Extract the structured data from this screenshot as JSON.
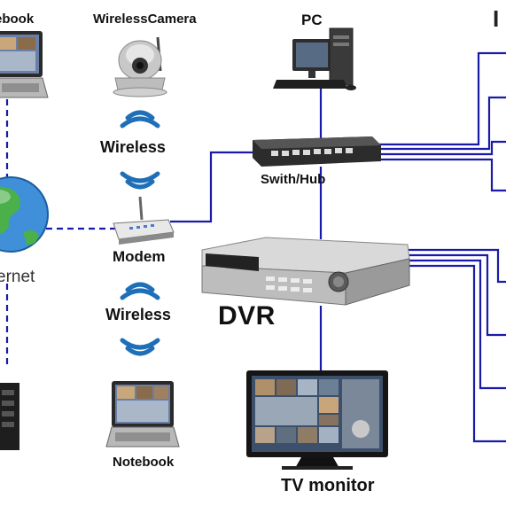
{
  "labels": {
    "notebook_top": "ebook",
    "wireless_camera": "WirelessCamera",
    "pc": "PC",
    "ip_cut": "I",
    "wireless_upper": "Wireless",
    "switch_hub": "Swith/Hub",
    "internet": "ernet",
    "modem": "Modem",
    "wireless_lower": "Wireless",
    "dvr": "DVR",
    "notebook_bottom": "Notebook",
    "tv_monitor": "TV monitor"
  },
  "colors": {
    "line": "#1a1aa8",
    "wifi": "#1f6fb8",
    "dashed": "#1a1aa8"
  }
}
